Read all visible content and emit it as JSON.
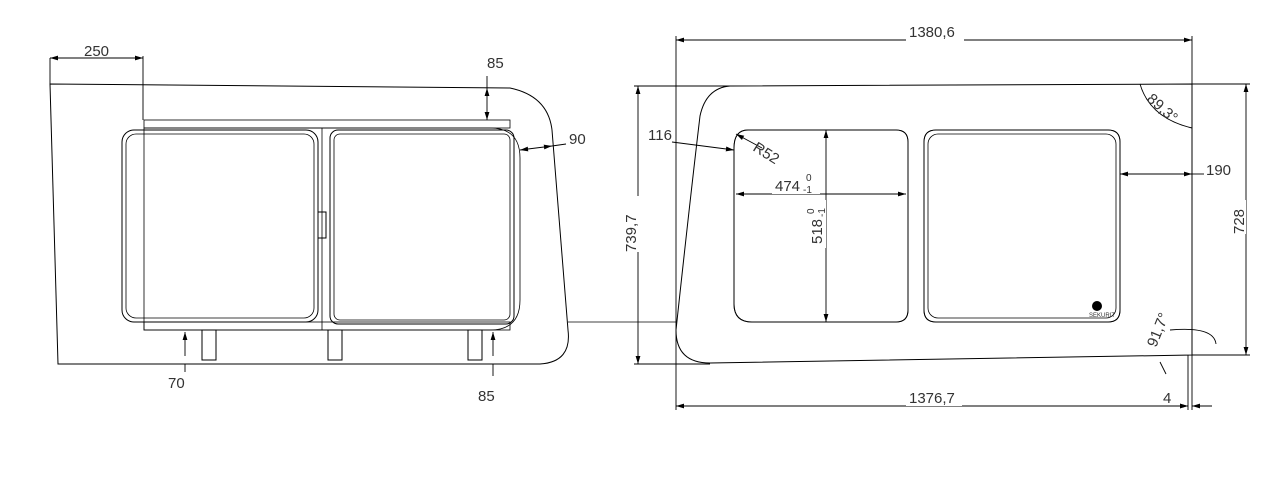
{
  "drawing": {
    "left_view": {
      "dims": {
        "top_width": "250",
        "top_frame": "85",
        "side_frame": "90",
        "bottom_left": "70",
        "bottom_right": "85"
      }
    },
    "right_view": {
      "dims": {
        "overall_width_top": "1380,6",
        "overall_width_bottom": "1376,7",
        "offset_bottom": "4",
        "height_left": "739,7",
        "height_right": "728",
        "corner_offset": "116",
        "radius": "R52",
        "opening_width": "474",
        "opening_width_tol_upper": "0",
        "opening_width_tol_lower": "-1",
        "opening_height": "518",
        "opening_height_tol_upper": "0",
        "opening_height_tol_lower": "-1",
        "right_offset": "190",
        "angle_top": "89,3°",
        "angle_bottom": "91,7°"
      },
      "logo": "SEKURIT"
    }
  }
}
